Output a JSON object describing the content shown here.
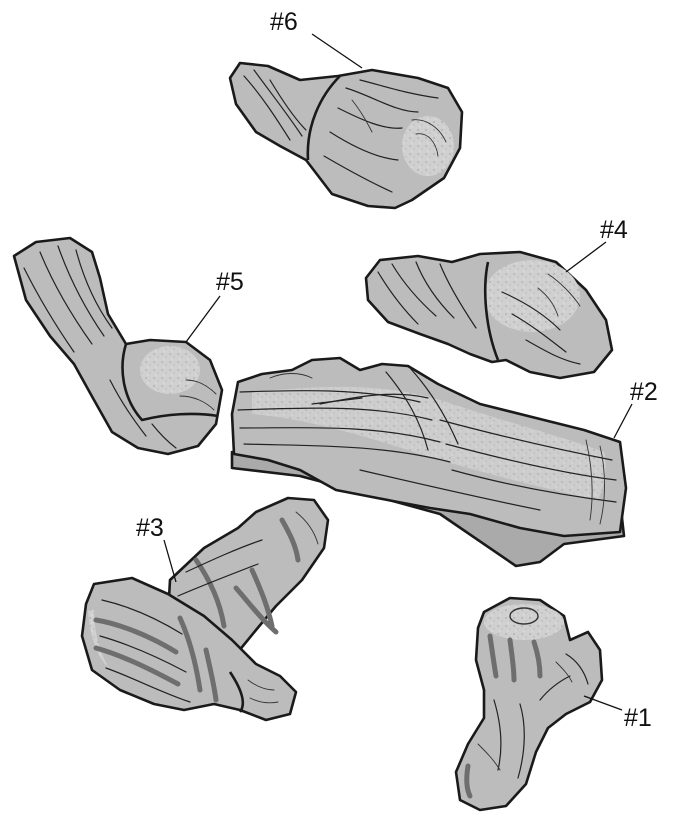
{
  "diagram": {
    "pieces": [
      {
        "id": "log-1",
        "label": "#1"
      },
      {
        "id": "log-2",
        "label": "#2"
      },
      {
        "id": "log-3",
        "label": "#3"
      },
      {
        "id": "log-4",
        "label": "#4"
      },
      {
        "id": "log-5",
        "label": "#5"
      },
      {
        "id": "log-6",
        "label": "#6"
      }
    ]
  },
  "colors": {
    "log_fill": "#bcbcbc",
    "outline": "#1a1a1a",
    "ember_highlight": "#d2d2d2",
    "char_marks": "#6e6e6e",
    "background": "#ffffff"
  }
}
